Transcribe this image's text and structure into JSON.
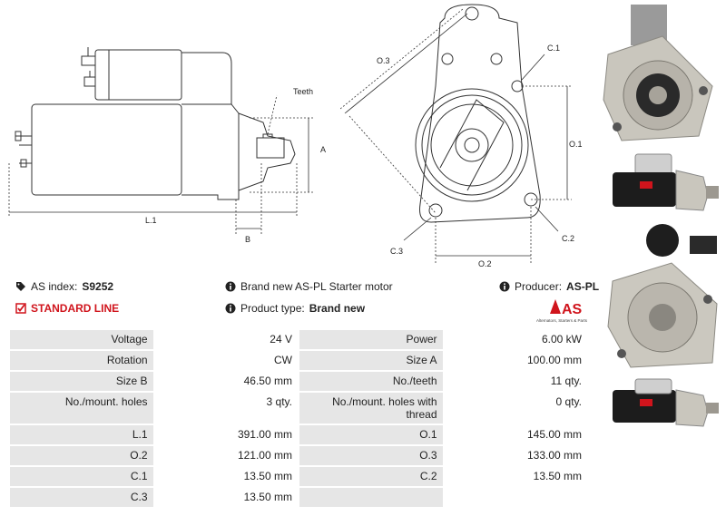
{
  "drawing": {
    "labels": {
      "teeth": "Teeth",
      "a": "A",
      "b": "B",
      "l1": "L.1",
      "o3": "O.3",
      "c1": "C.1",
      "o1": "O.1",
      "c3": "C.3",
      "c2": "C.2",
      "o2": "O.2"
    }
  },
  "info": {
    "as_index_label": "AS index:",
    "as_index_value": "S9252",
    "standard_line": "STANDARD LINE",
    "description": "Brand new AS-PL Starter motor",
    "product_type_label": "Product type:",
    "product_type_value": "Brand new",
    "producer_label": "Producer:",
    "producer_value": "AS-PL"
  },
  "logo": {
    "mark": "AS",
    "tagline": "Alternators, Starters & Parts"
  },
  "colors": {
    "accent_red": "#d0141c",
    "label_bg": "#e6e6e6"
  },
  "specs": [
    [
      {
        "label": "Voltage",
        "value": "24 V"
      },
      {
        "label": "Power",
        "value": "6.00 kW"
      }
    ],
    [
      {
        "label": "Rotation",
        "value": "CW"
      },
      {
        "label": "Size A",
        "value": "100.00 mm"
      }
    ],
    [
      {
        "label": "Size B",
        "value": "46.50 mm"
      },
      {
        "label": "No./teeth",
        "value": "11 qty."
      }
    ],
    [
      {
        "label": "No./mount. holes",
        "value": "3 qty."
      },
      {
        "label": "No./mount. holes with thread",
        "value": "0 qty."
      }
    ],
    [
      {
        "label": "L.1",
        "value": "391.00 mm"
      },
      {
        "label": "O.1",
        "value": "145.00 mm"
      }
    ],
    [
      {
        "label": "O.2",
        "value": "121.00 mm"
      },
      {
        "label": "O.3",
        "value": "133.00 mm"
      }
    ],
    [
      {
        "label": "C.1",
        "value": "13.50 mm"
      },
      {
        "label": "C.2",
        "value": "13.50 mm"
      }
    ],
    [
      {
        "label": "C.3",
        "value": "13.50 mm"
      },
      {
        "label": "",
        "value": ""
      }
    ]
  ]
}
